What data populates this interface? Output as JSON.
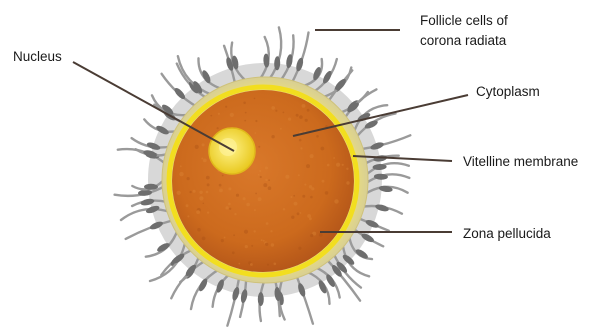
{
  "labels": {
    "follicle_line1": "Follicle cells of",
    "follicle_line2": "corona radiata",
    "nucleus": "Nucleus",
    "cytoplasm": "Cytoplasm",
    "vitelline": "Vitelline membrane",
    "zona": "Zona pellucida"
  },
  "colors": {
    "cytoplasm": "#cf6c1c",
    "cytoplasm_edge": "#b9591a",
    "vitelline_membrane": "#f2de1f",
    "zona_pellucida": "#e7dd99",
    "nucleus": "#f7e43e",
    "follicle_cells": "#6e6e6e",
    "leader_lines": "#4a3c34"
  }
}
